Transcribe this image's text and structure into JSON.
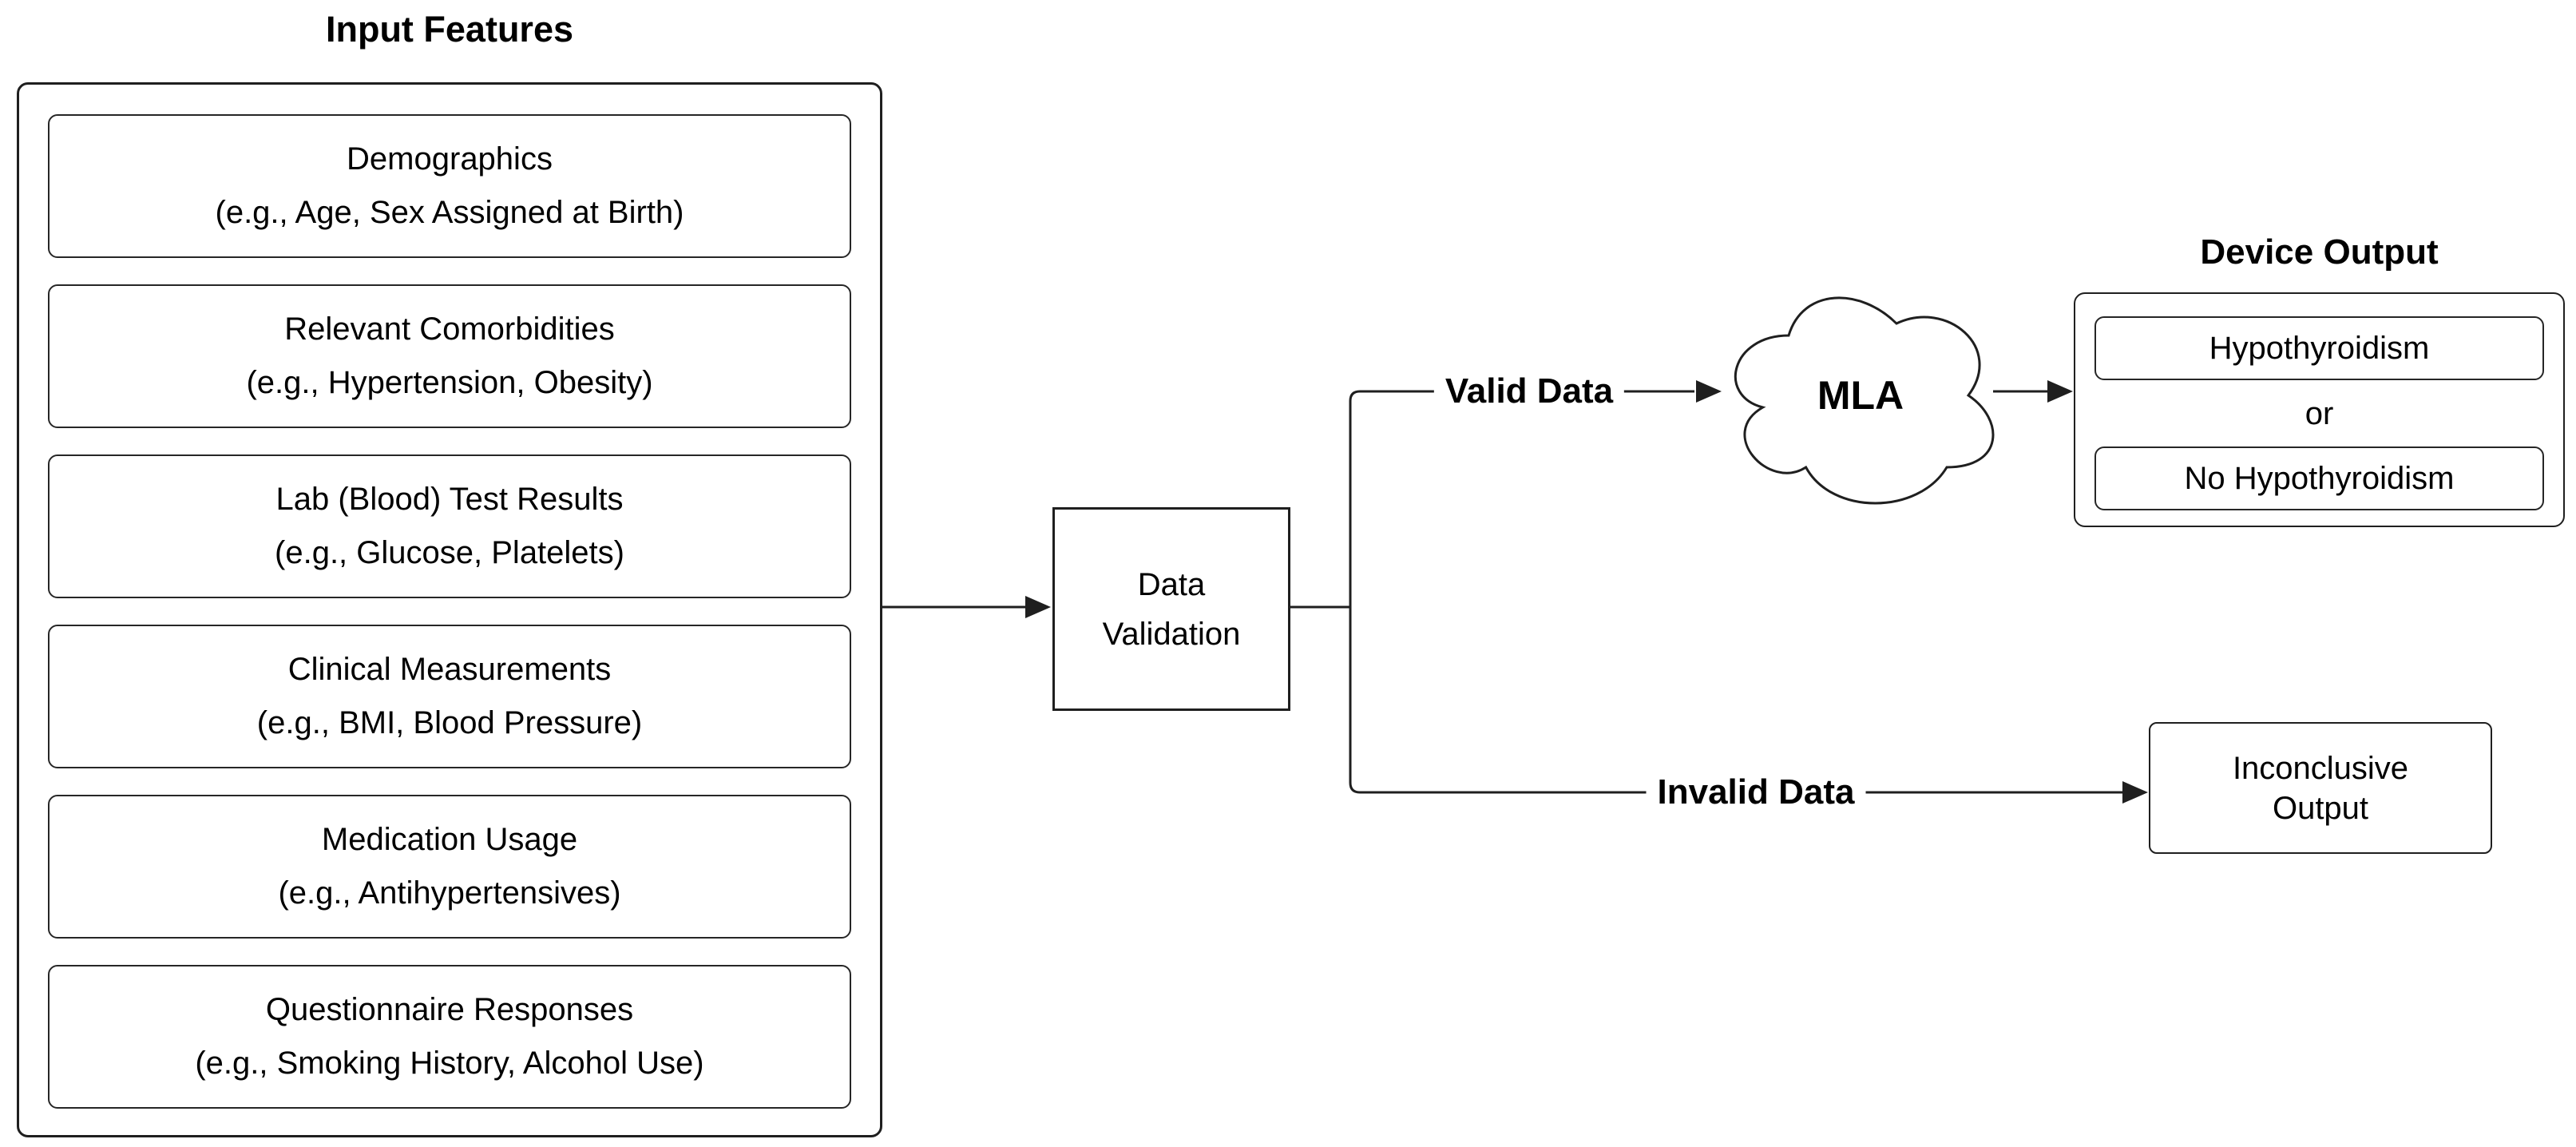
{
  "diagram": {
    "input_features": {
      "title": "Input Features",
      "boxes": [
        {
          "line1": "Demographics",
          "line2": "(e.g., Age, Sex Assigned at Birth)"
        },
        {
          "line1": "Relevant Comorbidities",
          "line2": "(e.g., Hypertension, Obesity)"
        },
        {
          "line1": "Lab (Blood) Test Results",
          "line2": "(e.g., Glucose, Platelets)"
        },
        {
          "line1": "Clinical Measurements",
          "line2": "(e.g., BMI, Blood Pressure)"
        },
        {
          "line1": "Medication Usage",
          "line2": "(e.g., Antihypertensives)"
        },
        {
          "line1": "Questionnaire Responses",
          "line2": "(e.g., Smoking History, Alcohol Use)"
        }
      ]
    },
    "data_validation": {
      "line1": "Data",
      "line2": "Validation"
    },
    "branches": {
      "valid_label": "Valid Data",
      "invalid_label": "Invalid Data"
    },
    "mla": {
      "label": "MLA"
    },
    "device_output": {
      "title": "Device Output",
      "option1": "Hypothyroidism",
      "separator": "or",
      "option2": "No Hypothyroidism"
    },
    "inconclusive": {
      "line1": "Inconclusive",
      "line2": "Output"
    },
    "colors": {
      "background": "#ffffff",
      "line": "#1f1f1f",
      "text": "#000000"
    }
  }
}
